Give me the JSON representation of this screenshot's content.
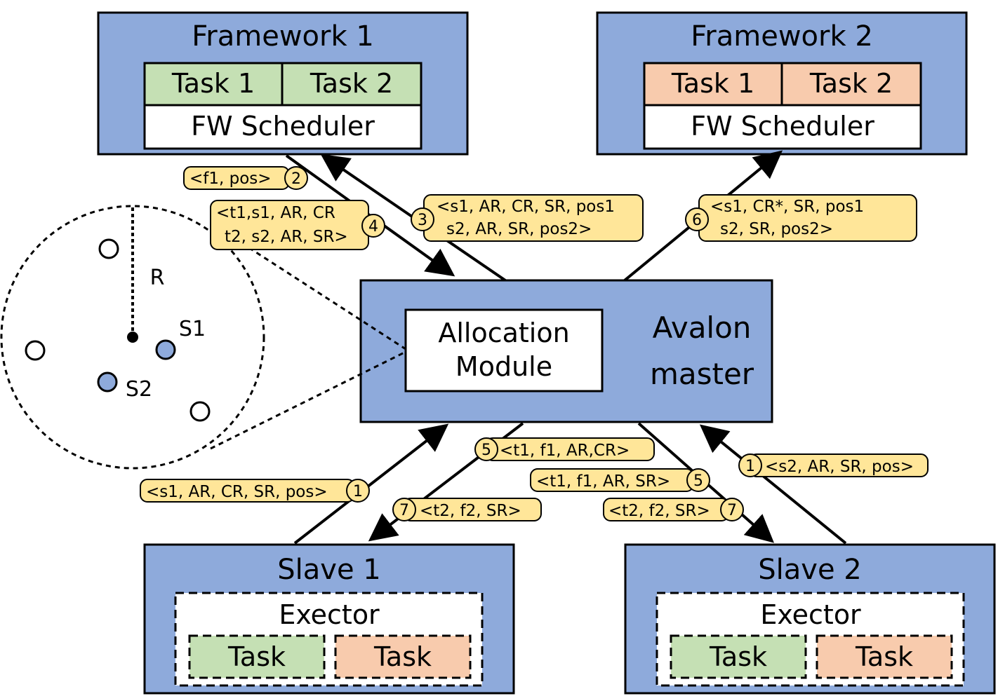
{
  "framework1": {
    "title": "Framework 1",
    "task1": "Task 1",
    "task2": "Task 2",
    "scheduler": "FW Scheduler"
  },
  "framework2": {
    "title": "Framework 2",
    "task1": "Task 1",
    "task2": "Task 2",
    "scheduler": "FW Scheduler"
  },
  "master": {
    "name_line1": "Avalon",
    "name_line2": "master",
    "module_line1": "Allocation",
    "module_line2": "Module"
  },
  "slave1": {
    "title": "Slave 1",
    "executor": "Exector",
    "task_a": "Task",
    "task_b": "Task"
  },
  "slave2": {
    "title": "Slave 2",
    "executor": "Exector",
    "task_a": "Task",
    "task_b": "Task"
  },
  "radius": {
    "r": "R",
    "s1": "S1",
    "s2": "S2"
  },
  "messages": {
    "m2": {
      "num": "2",
      "line1": "<f1, pos>"
    },
    "m4": {
      "num": "4",
      "line1": "<t1,s1, AR, CR",
      "line2": "t2, s2, AR, SR>"
    },
    "m3": {
      "num": "3",
      "line1": "<s1, AR, CR, SR, pos1",
      "line2": "s2, AR, SR, pos2>"
    },
    "m6": {
      "num": "6",
      "line1": "<s1, CR*, SR, pos1",
      "line2": "s2, SR, pos2>"
    },
    "m5a": {
      "num": "5",
      "line1": "<t1, f1, AR,CR>"
    },
    "m5b": {
      "num": "5",
      "line1": "<t1, f1, AR, SR>"
    },
    "m1a": {
      "num": "1",
      "line1": "<s1, AR, CR, SR, pos>"
    },
    "m1b": {
      "num": "1",
      "line1": "<s2, AR, SR, pos>"
    },
    "m7a": {
      "num": "7",
      "line1": "<t2, f2, SR>"
    },
    "m7b": {
      "num": "7",
      "line1": "<t2, f2, SR>"
    }
  },
  "colors": {
    "box_blue": "#8eaadb",
    "task_green": "#c5e0b4",
    "task_orange": "#f8cbad",
    "label_yellow": "#ffe699",
    "node_fill": "#8eaadb"
  }
}
